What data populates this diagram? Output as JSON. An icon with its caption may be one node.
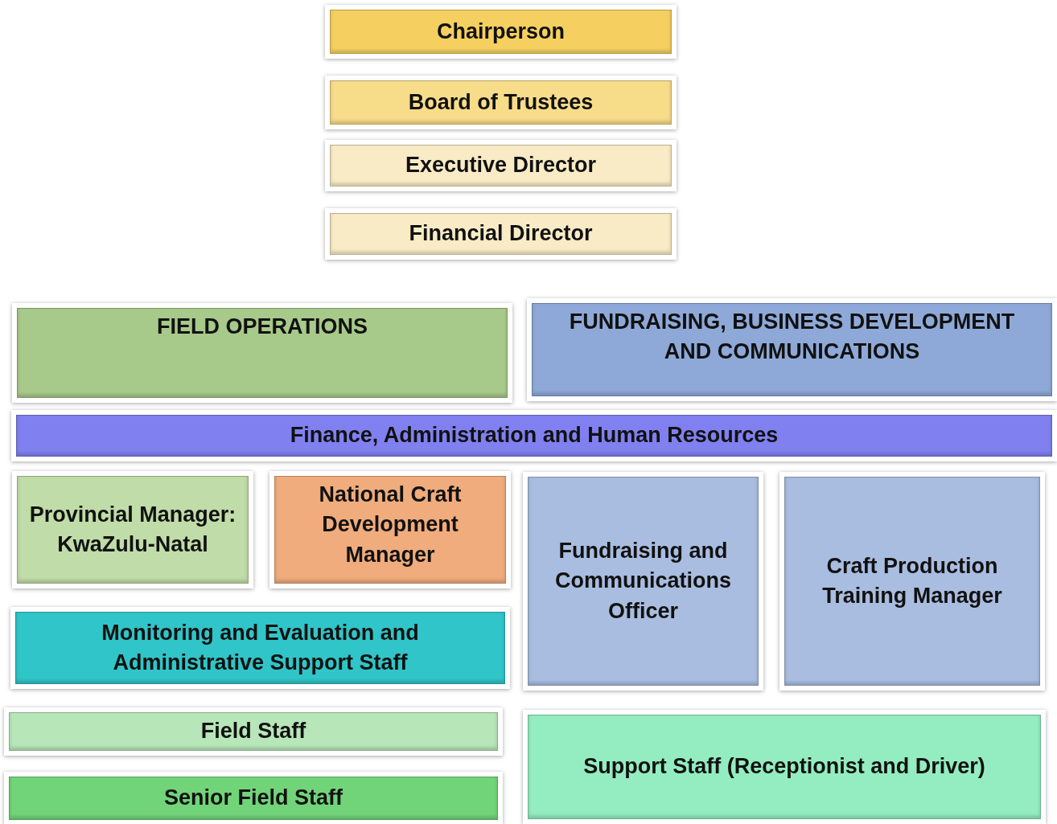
{
  "diagram": {
    "nodes": [
      {
        "text": [
          "Chairperson"
        ]
      },
      {
        "text": [
          "Board of Trustees"
        ]
      },
      {
        "text": [
          "Executive Director"
        ]
      },
      {
        "text": [
          "Financial Director"
        ]
      },
      {
        "text": [
          "FIELD OPERATIONS"
        ]
      },
      {
        "text": [
          "FUNDRAISING, BUSINESS DEVELOPMENT AND COMMUNICATIONS"
        ]
      },
      {
        "text": [
          "Finance, Administration and Human Resources"
        ]
      },
      {
        "text": [
          "Provincial Manager: KwaZulu-Natal"
        ]
      },
      {
        "text": [
          "National Craft Development Manager"
        ]
      },
      {
        "text": [
          "Fundraising and Communications Officer"
        ]
      },
      {
        "text": [
          "Craft Production Training Manager"
        ]
      },
      {
        "text": [
          "Monitoring and Evaluation and Administrative Support Staff"
        ]
      },
      {
        "text": [
          "Field Staff"
        ]
      },
      {
        "text": [
          "Senior Field Staff"
        ]
      },
      {
        "text": [
          "Support Staff (Receptionist and Driver)"
        ]
      }
    ]
  }
}
